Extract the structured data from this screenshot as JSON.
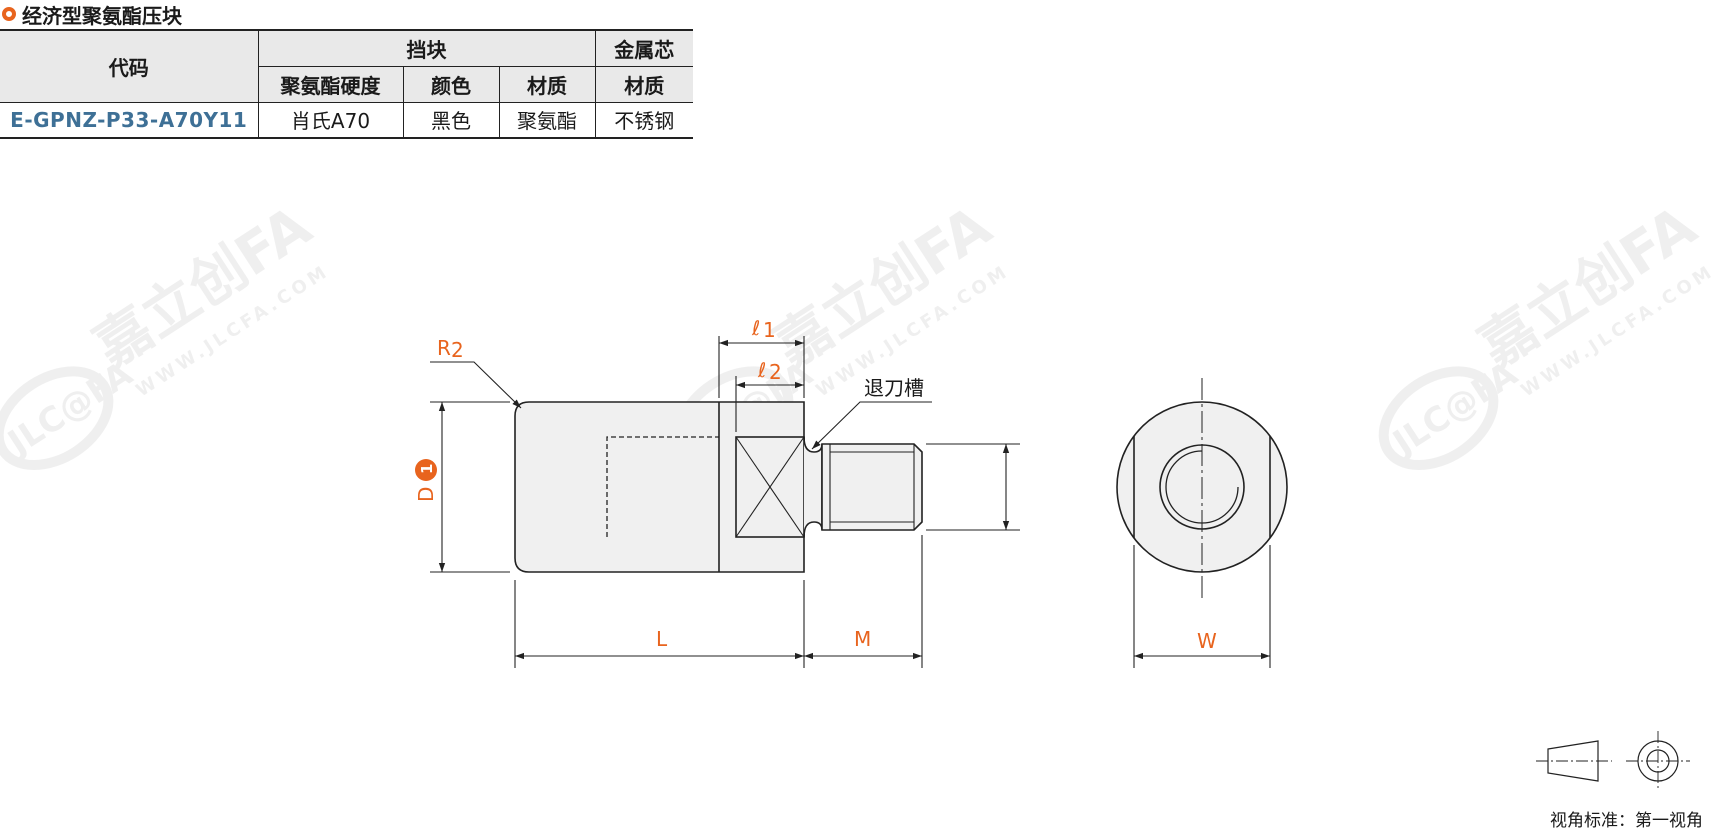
{
  "title": "经济型聚氨酯压块",
  "table": {
    "head_code": "代码",
    "head_stopper": "挡块",
    "head_core": "金属芯",
    "sub_hardness": "聚氨酯硬度",
    "sub_color": "颜色",
    "sub_material": "材质",
    "sub_core_material": "材质",
    "row": {
      "code": "E-GPNZ-P33-A70Y11",
      "hardness": "肖氏A70",
      "color": "黑色",
      "material": "聚氨酯",
      "core_material": "不锈钢"
    }
  },
  "drawing": {
    "label_R": "R",
    "label_R_sub": "2",
    "label_l1": "ℓ",
    "label_l1_sub": "1",
    "label_l2": "ℓ",
    "label_l2_sub": "2",
    "label_groove": "退刀槽",
    "label_D": "D",
    "label_D_badge": "1",
    "label_L": "L",
    "label_M": "M",
    "label_W": "W"
  },
  "watermark": {
    "brand_cn": "嘉立创FA",
    "brand_logo": "JLC@FA",
    "url": "WWW.JLCFA.COM"
  },
  "footer": {
    "projection_label": "视角标准：第一视角"
  },
  "colors": {
    "accent_orange": "#e8641e",
    "code_blue": "#3e7096",
    "header_gray": "#e9e9e9",
    "part_fill": "#f0f0f0"
  }
}
